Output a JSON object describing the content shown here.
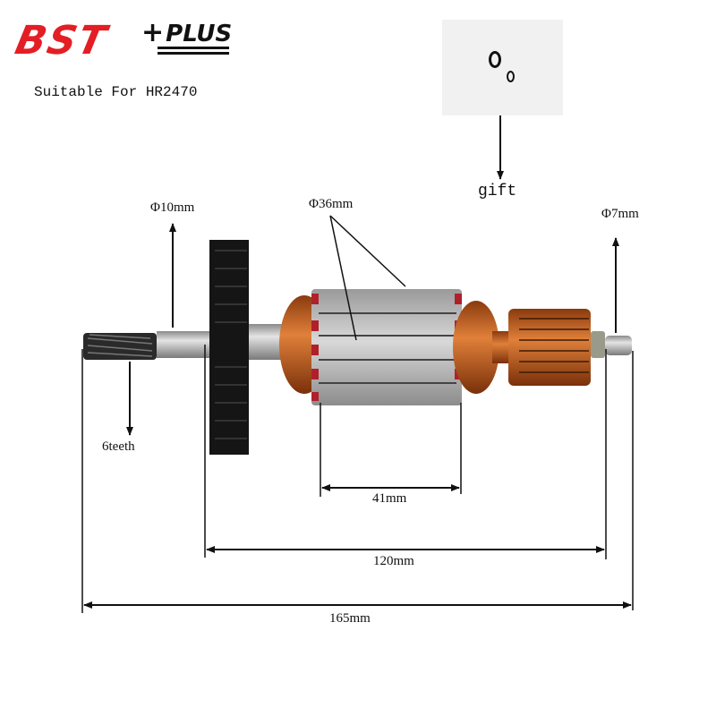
{
  "brand": {
    "logo_main": "BST",
    "logo_sub": "PLUS",
    "logo_plus_sign": "+",
    "colors": {
      "logo_red": "#e31e24",
      "logo_black": "#111111"
    }
  },
  "product": {
    "compatibility": "Suitable For HR2470",
    "type": "armature rotor"
  },
  "gift": {
    "label": "gift",
    "items": [
      "large-o-ring",
      "small-o-ring"
    ]
  },
  "annotations": {
    "shaft_diameter": "Φ10mm",
    "core_diameter": "Φ36mm",
    "end_shaft_diameter": "Φ7mm",
    "gear": "6teeth"
  },
  "dimensions": {
    "core_length": "41mm",
    "fan_to_end": "120mm",
    "overall_length": "165mm"
  },
  "colors": {
    "copper": "#c0601e",
    "steel": "#b8b8b8",
    "fan": "#151515",
    "insulator_red": "#b0202a",
    "line": "#111111"
  }
}
